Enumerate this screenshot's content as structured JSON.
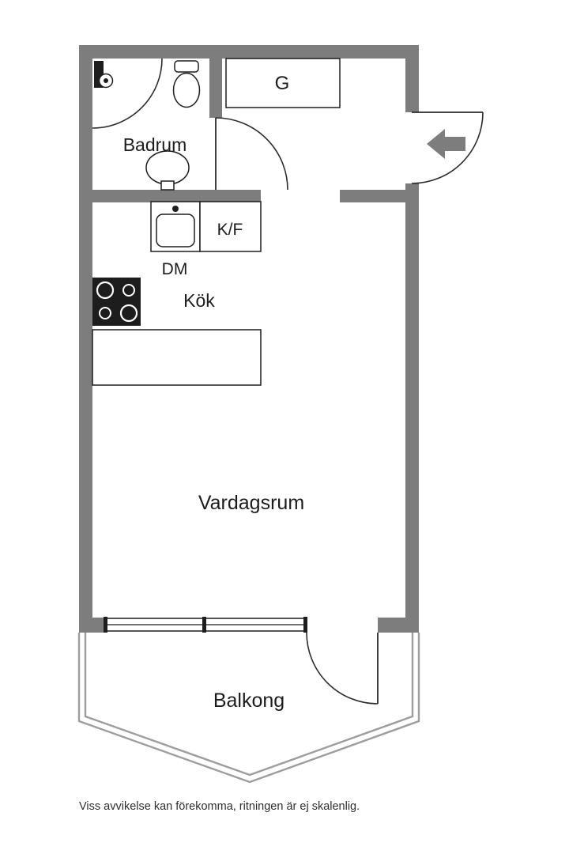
{
  "floorplan": {
    "labels": {
      "badrum": "Badrum",
      "closet_g": "G",
      "fridge_freezer": "K/F",
      "dishwasher": "DM",
      "kitchen": "Kök",
      "living_room": "Vardagsrum",
      "balcony": "Balkong"
    },
    "disclaimer": "Viss avvikelse kan förekomma, ritningen är ej skalenlig.",
    "colors": {
      "wall": "#7d7d7d",
      "fixture_line": "#1d1d1d",
      "balcony_line": "#9d9d9d",
      "entry_arrow": "#7d7d7d",
      "text": "#1c1c1c",
      "background": "#ffffff"
    }
  }
}
